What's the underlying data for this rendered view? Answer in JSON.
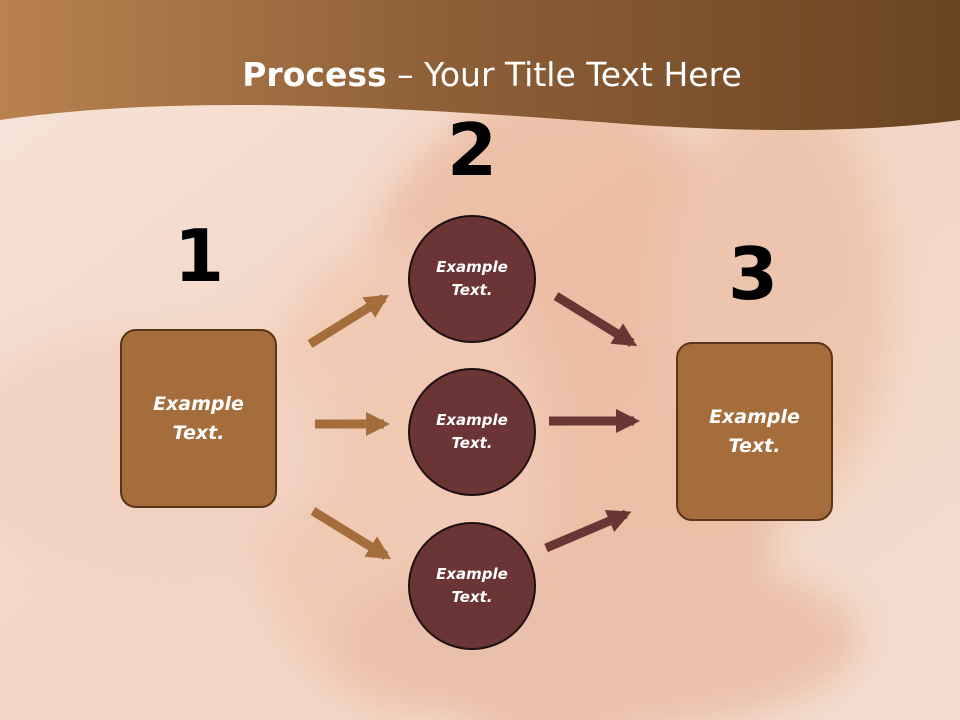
{
  "title": {
    "bold": "Process",
    "rest": " – Your Title Text Here"
  },
  "steps": [
    {
      "number": "1",
      "label": "Example\nText."
    },
    {
      "number": "2",
      "items": [
        "Example\nText.",
        "Example\nText.",
        "Example\nText."
      ]
    },
    {
      "number": "3",
      "label": "Example\nText."
    }
  ],
  "colors": {
    "header_band": "#8a5a30",
    "box_fill": "#a56d3c",
    "circle_fill": "#6b3535",
    "arrow_left": "#a56d3c",
    "arrow_right": "#6b3535"
  }
}
